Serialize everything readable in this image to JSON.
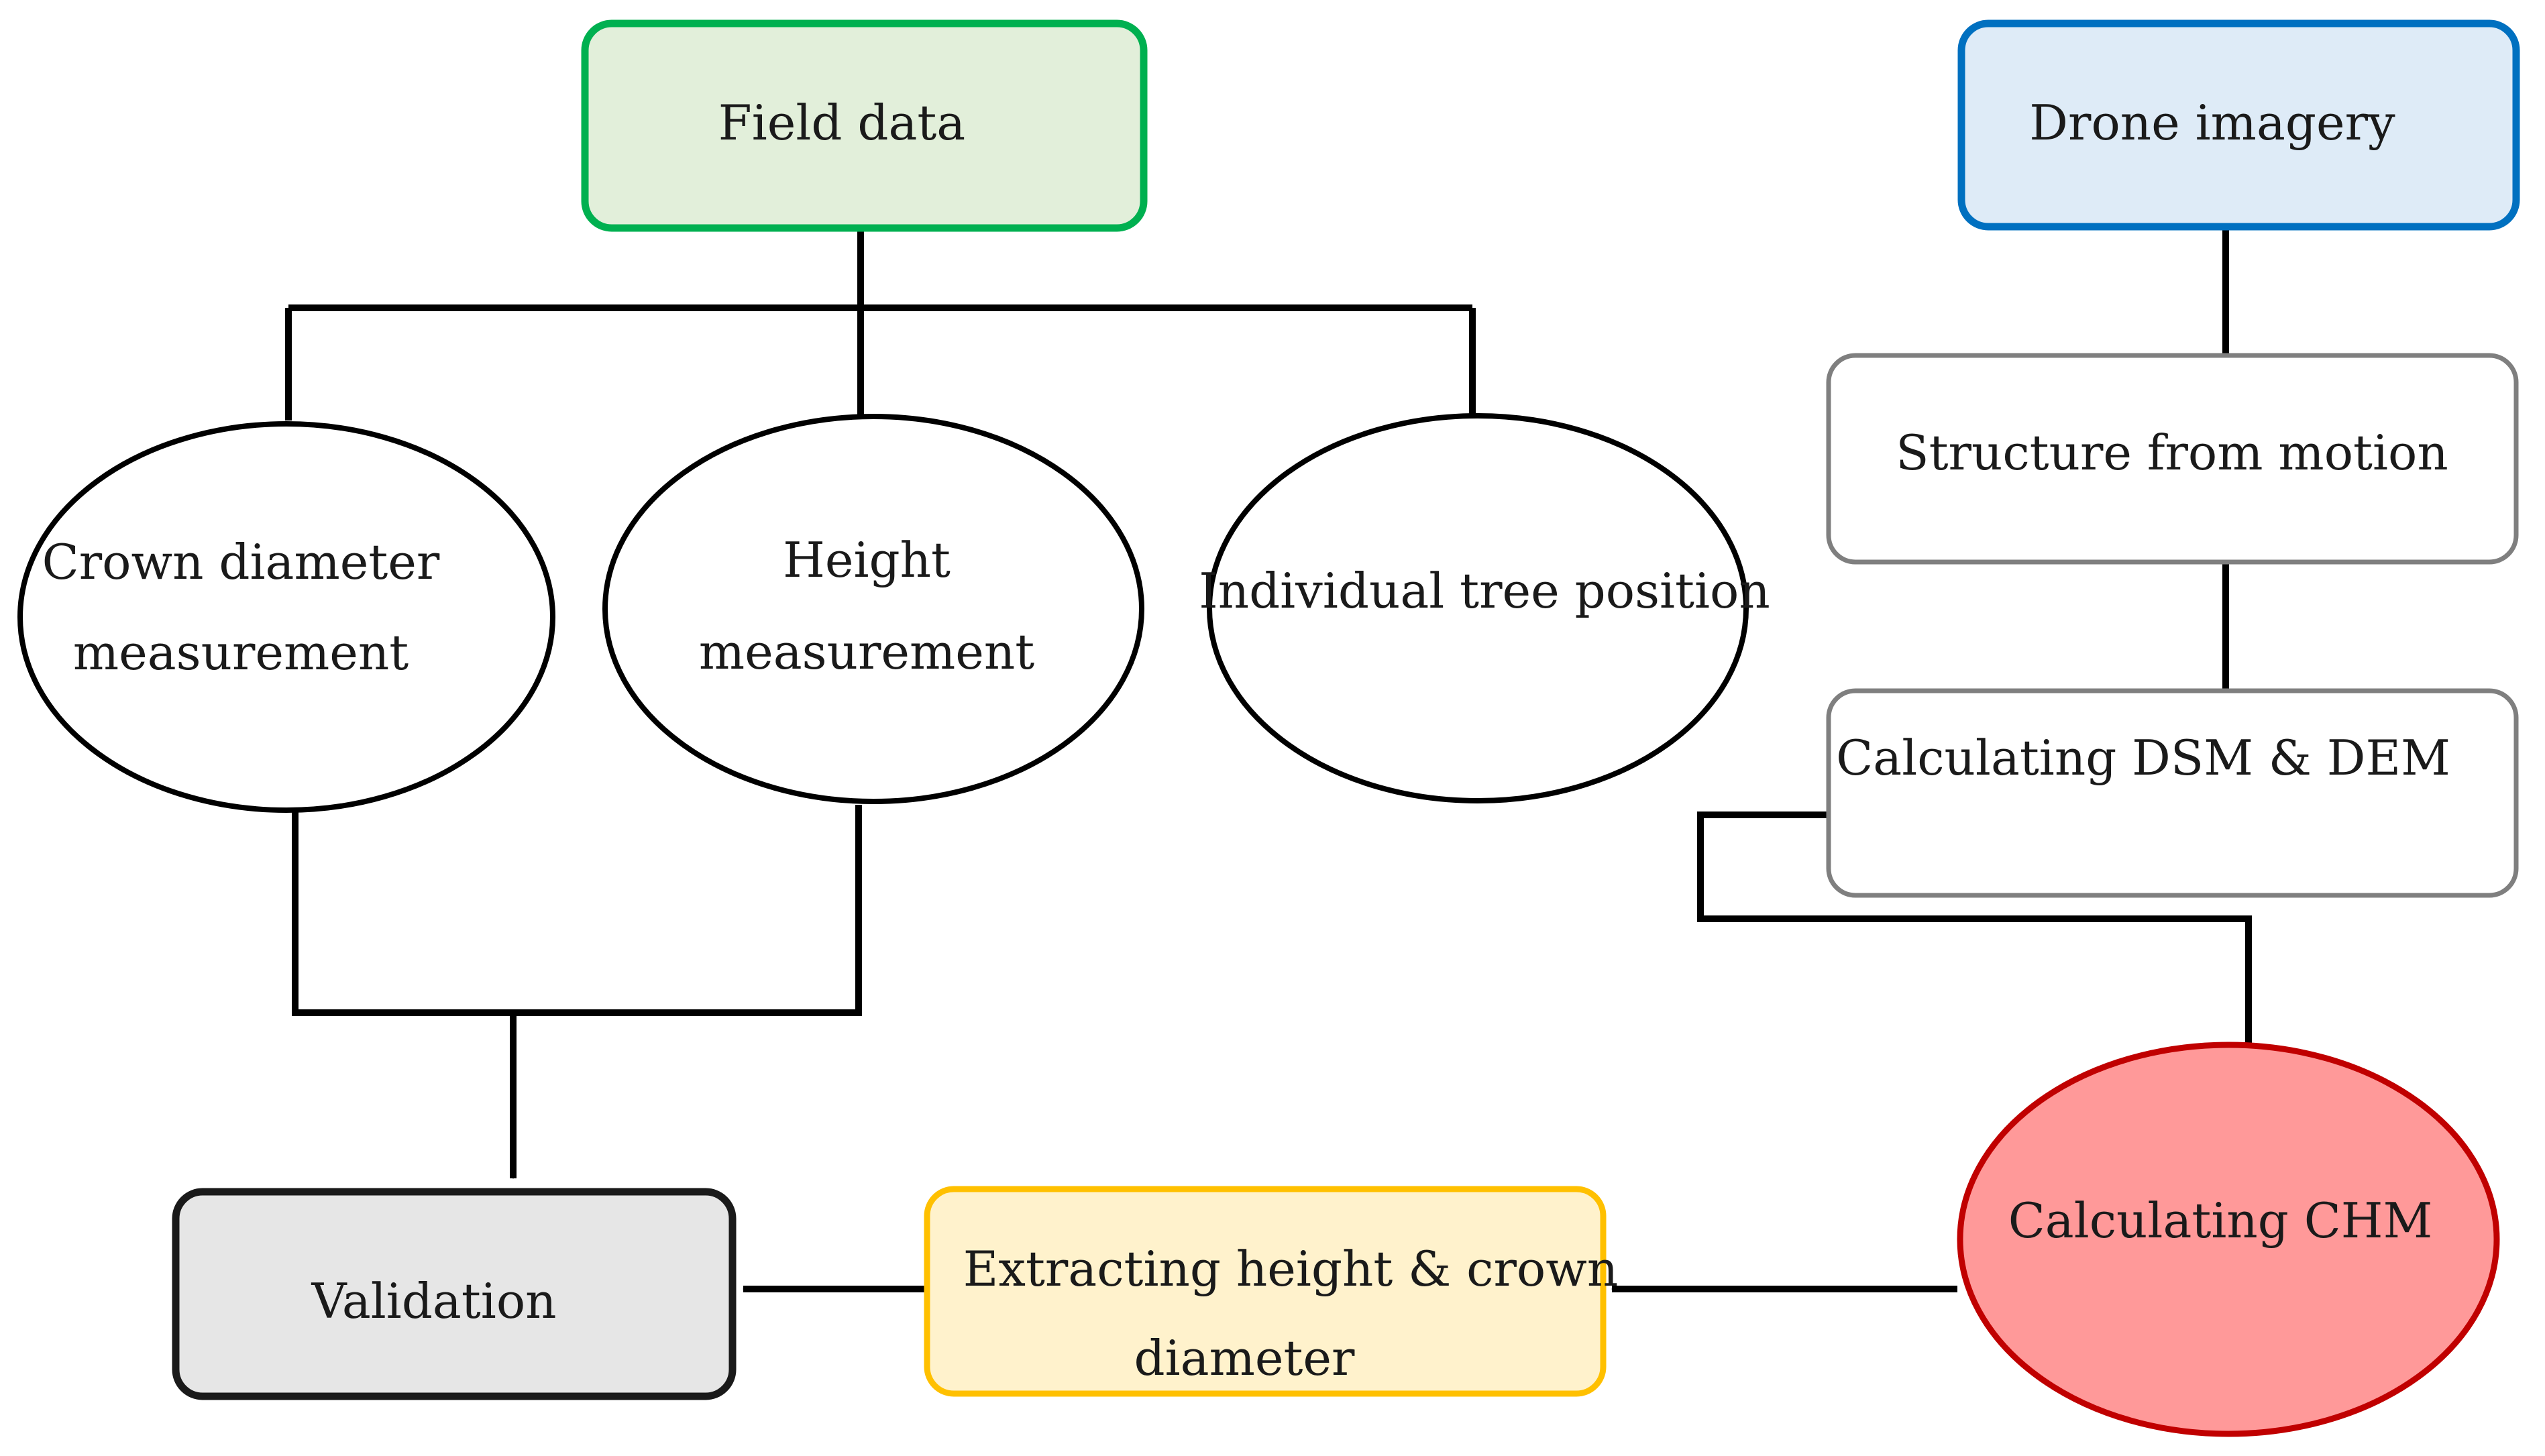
{
  "nodes": {
    "field_data": {
      "label": "Field data",
      "fill": "#e2efda",
      "stroke": "#00b050"
    },
    "drone_imagery": {
      "label": "Drone imagery",
      "fill": "#deebf7",
      "stroke": "#0070c0"
    },
    "crown_diameter": {
      "line1": "Crown diameter",
      "line2": "measurement"
    },
    "height": {
      "line1": "Height",
      "line2": "measurement"
    },
    "tree_position": {
      "label": "Individual tree position"
    },
    "sfm": {
      "label": "Structure from motion",
      "stroke": "#7f7f7f"
    },
    "dsm_dem": {
      "label": "Calculating DSM & DEM",
      "stroke": "#7f7f7f"
    },
    "chm": {
      "label": "Calculating CHM",
      "fill": "#ff9999",
      "stroke": "#c00000"
    },
    "extracting": {
      "line1": "Extracting height & crown",
      "line2": "diameter",
      "fill": "#fff2cc",
      "stroke": "#ffc000"
    },
    "validation": {
      "label": "Validation",
      "fill": "#e6e6e6",
      "stroke": "#1a1a1a"
    }
  }
}
